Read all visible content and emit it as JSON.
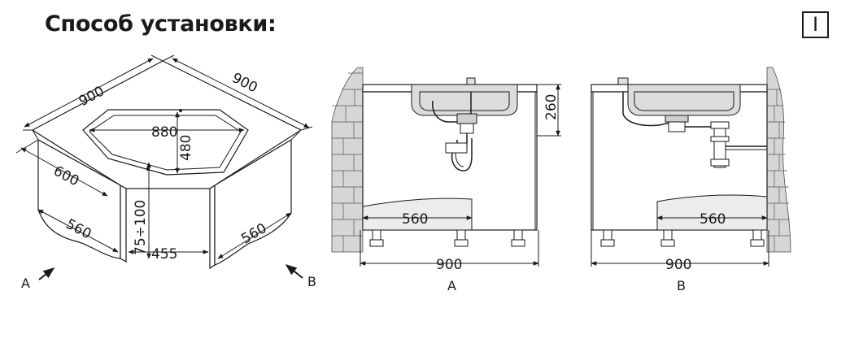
{
  "title": "Способ установки:",
  "badge": "I",
  "iso_view": {
    "dim_top_left": "900",
    "dim_top_right": "900",
    "dim_bowl_width": "880",
    "dim_bowl_depth": "480",
    "dim_depth": "600",
    "dim_side_left": "560",
    "dim_side_right": "560",
    "dim_leg_height": "75÷100",
    "dim_opening": "455",
    "arrow_a_label": "A",
    "arrow_b_label": "B"
  },
  "view_a": {
    "dim_height": "260",
    "dim_inner": "560",
    "dim_total": "900",
    "caption": "A"
  },
  "view_b": {
    "dim_inner": "560",
    "dim_total": "900",
    "caption": "B"
  }
}
